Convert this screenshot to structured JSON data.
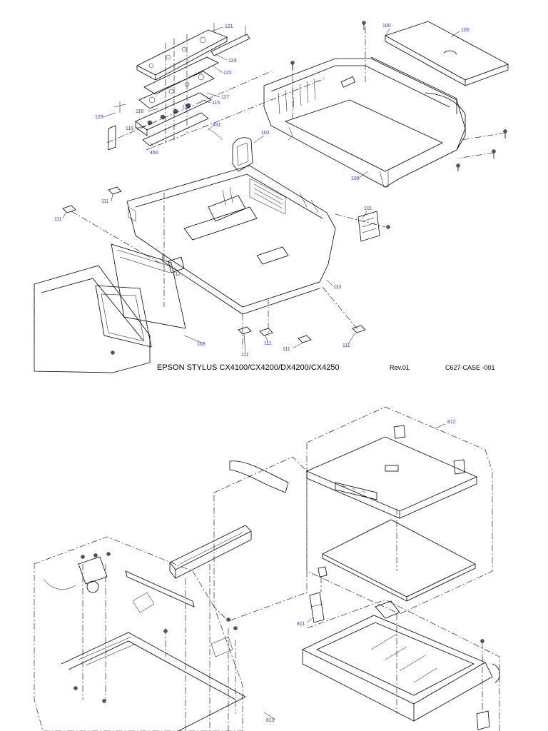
{
  "sheet1": {
    "labels": {
      "p100": "100",
      "p101": "101",
      "p102": "102",
      "p105": "105",
      "p106": "106",
      "p108": "108",
      "p111": "111",
      "p112": "112",
      "p113": "113",
      "p115": "115",
      "p116": "116",
      "p117": "117",
      "p118": "118",
      "p119": "119",
      "p121": "121",
      "p122": "122",
      "p124": "124",
      "p125": "125",
      "p450": "450",
      "p451": "451"
    },
    "caption": {
      "model": "EPSON  STYLUS  CX4100/CX4200/DX4200/CX4250",
      "revision": "Rev.01",
      "code": "C627-CASE -001"
    }
  },
  "sheet2": {
    "labels": {
      "p811": "811",
      "p812": "812",
      "p813": "813"
    }
  }
}
